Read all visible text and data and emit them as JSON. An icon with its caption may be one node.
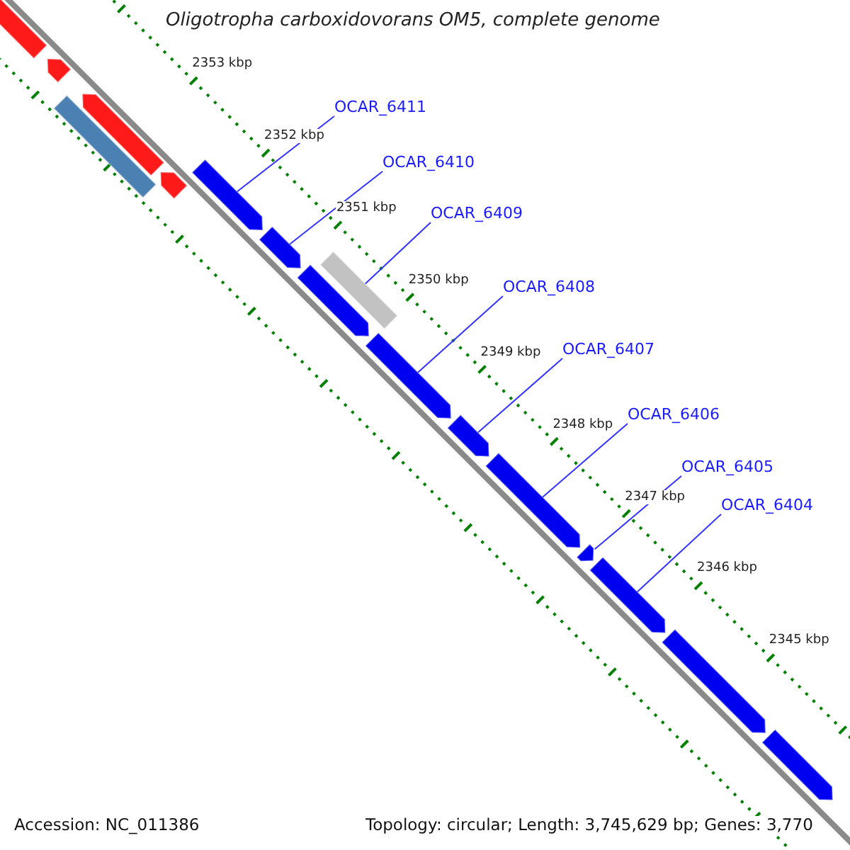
{
  "diagram": {
    "title": "Oligotropha carboxidovorans OM5, complete genome",
    "nodes": [
      {
        "text": [
          "OCAR_6411"
        ]
      },
      {
        "text": [
          "OCAR_6410"
        ]
      },
      {
        "text": [
          "OCAR_6409"
        ]
      },
      {
        "text": [
          "OCAR_6408"
        ]
      },
      {
        "text": [
          "OCAR_6407"
        ]
      },
      {
        "text": [
          "OCAR_6406"
        ]
      },
      {
        "text": [
          "OCAR_6405"
        ]
      },
      {
        "text": [
          "OCAR_6404"
        ]
      },
      {
        "text": [],
        "shape": "arrow"
      },
      {
        "text": [],
        "shape": "arrow"
      },
      {
        "text": [],
        "shape": "bar"
      },
      {
        "text": [],
        "shape": "arrow"
      },
      {
        "text": [],
        "shape": "arrow"
      },
      {
        "text": [],
        "shape": "arrow"
      },
      {
        "text": [],
        "shape": "arrow"
      },
      {
        "text": [],
        "shape": "arrow"
      },
      {
        "text": [],
        "shape": "bar"
      },
      {
        "text": [],
        "shape": "arrow"
      },
      {
        "text": [],
        "shape": "arrow"
      },
      {
        "text": [],
        "shape": "arrow"
      },
      {
        "text": [],
        "shape": "arrow"
      },
      {
        "text": [],
        "shape": "arrow"
      },
      {
        "text": [],
        "shape": "arrow"
      },
      {
        "text": [],
        "shape": "arrow"
      }
    ],
    "edges": [
      {
        "from": 0,
        "to": 13,
        "arrow": "none"
      },
      {
        "from": 1,
        "to": 14,
        "arrow": "none"
      },
      {
        "from": 2,
        "to": 16,
        "arrow": "none"
      },
      {
        "from": 3,
        "to": 17,
        "arrow": "none"
      },
      {
        "from": 4,
        "to": 18,
        "arrow": "none"
      },
      {
        "from": 5,
        "to": 19,
        "arrow": "none"
      },
      {
        "from": 6,
        "to": 20,
        "arrow": "none"
      },
      {
        "from": 7,
        "to": 21,
        "arrow": "none"
      }
    ],
    "labels": [
      "2353 kbp",
      "2352 kbp",
      "2351 kbp",
      "2350 kbp",
      "2349 kbp",
      "2348 kbp",
      "2347 kbp",
      "2346 kbp",
      "2345 kbp",
      "Accession: NC_011386",
      "Topology: circular; Length: 3,745,629 bp; Genes: 3,770"
    ]
  }
}
